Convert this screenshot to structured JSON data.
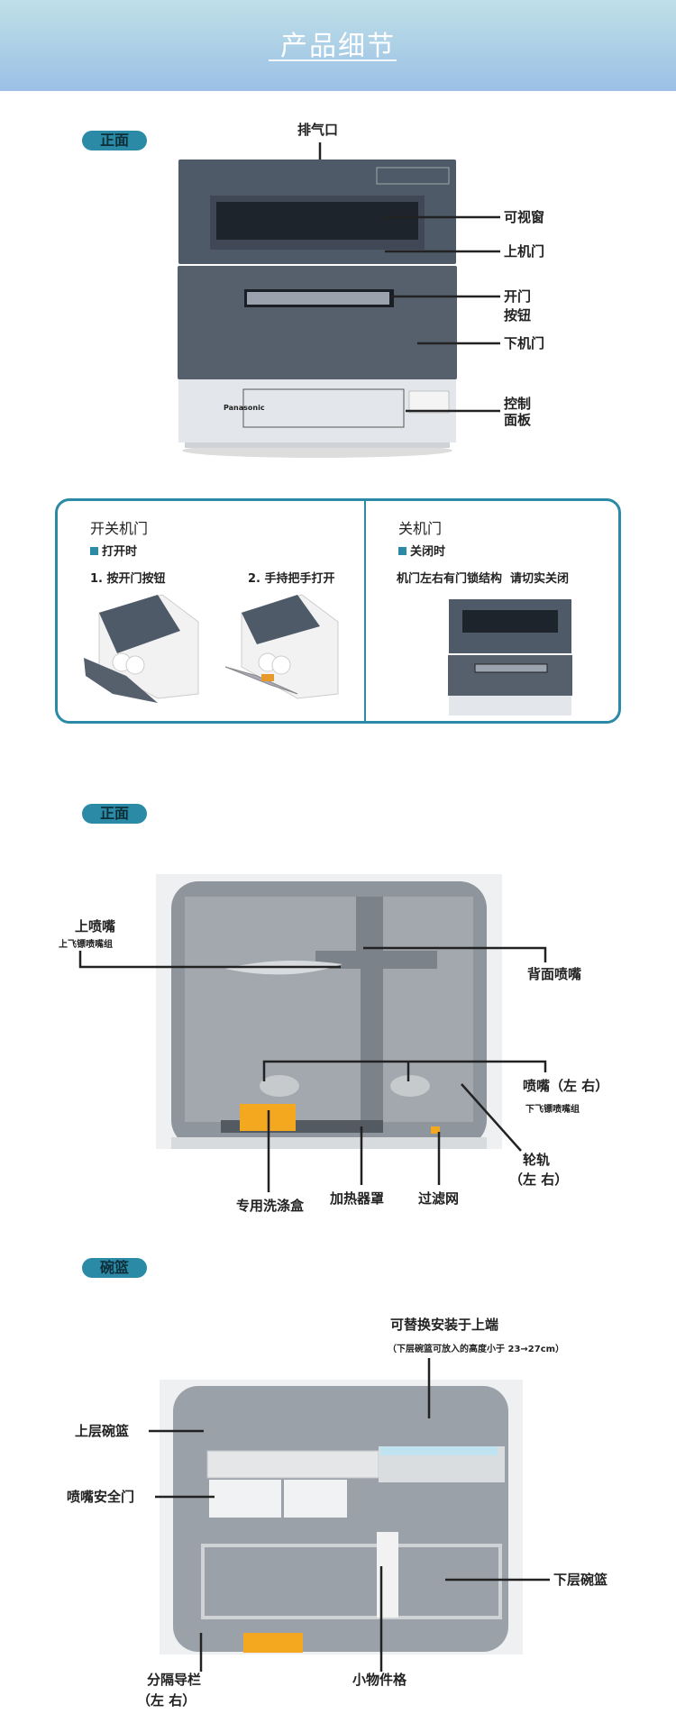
{
  "header": {
    "title": "产品细节"
  },
  "front": {
    "badge": "正面",
    "brand": "Panasonic",
    "labels": {
      "vent": "排气口",
      "window": "可视窗",
      "upper_door": "上机门",
      "open_button_1": "开门",
      "open_button_2": "按钮",
      "lower_door": "下机门",
      "control_1": "控制",
      "control_2": "面板"
    }
  },
  "door": {
    "left_title": "开关机门",
    "left_sub": "打开时",
    "step1": "1. 按开门按钮",
    "step2": "2. 手持把手打开",
    "right_title": "关机门",
    "right_sub": "关闭时",
    "right_note": "机门左右有门锁结构  请切实关闭"
  },
  "interior": {
    "badge": "正面",
    "labels": {
      "upper_nozzle": "上喷嘴",
      "upper_nozzle_sub": "上飞镖喷嘴组",
      "back_nozzle": "背面喷嘴",
      "nozzle_lr": "喷嘴（左 右）",
      "nozzle_lr_sub": "下飞镖喷嘴组",
      "rail": "轮轨",
      "rail_lr": "（左 右）",
      "detergent_box": "专用洗涤盒",
      "heater_cover": "加热器罩",
      "filter": "过滤网"
    }
  },
  "basket": {
    "badge": "碗篮",
    "labels": {
      "replace": "可替换安装于上端",
      "replace_sub": "（下层碗篮可放入的高度小于 23→27cm）",
      "upper_basket": "上层碗篮",
      "safety_door": "喷嘴安全门",
      "lower_basket": "下层碗篮",
      "divider": "分隔导栏",
      "divider_lr": "（左 右）",
      "small_items": "小物件格"
    }
  },
  "colors": {
    "accent": "#2b8aa6",
    "door": "#4f5a68",
    "panel": "#e3e6ea",
    "interior": "#8e959d",
    "detergent": "#f4a81f"
  }
}
